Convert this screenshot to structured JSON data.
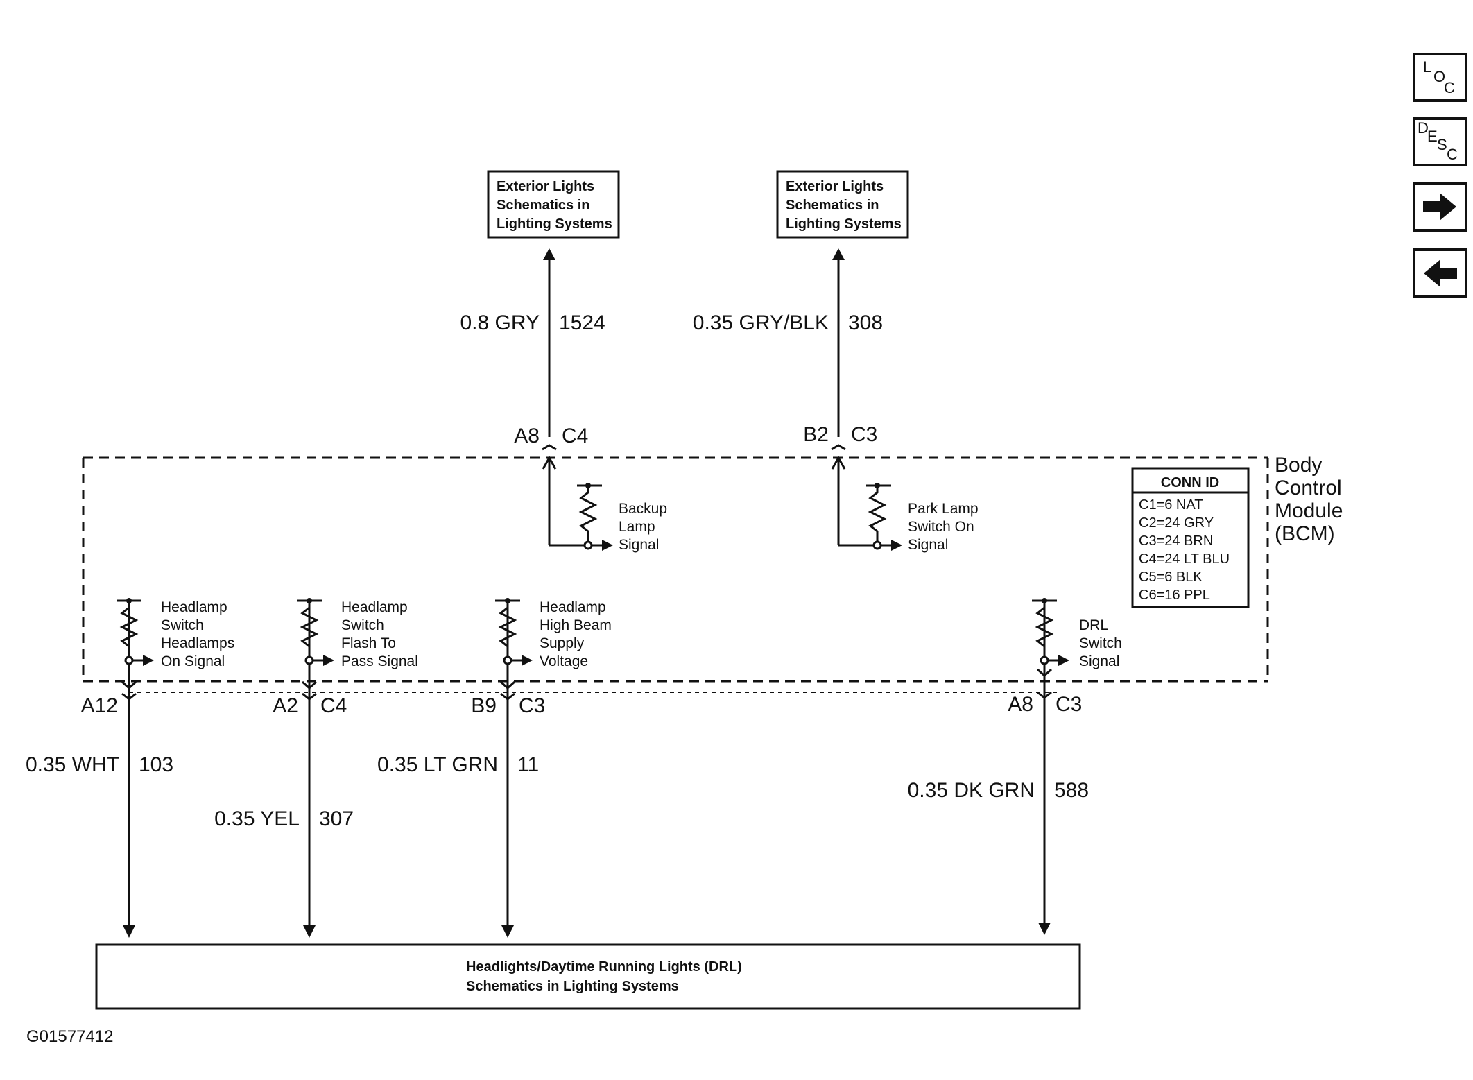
{
  "boxes": {
    "top_left": [
      "Exterior Lights",
      "Schematics in",
      "Lighting Systems"
    ],
    "top_right": [
      "Exterior Lights",
      "Schematics in",
      "Lighting Systems"
    ],
    "bottom": [
      "Headlights/Daytime Running Lights (DRL)",
      "Schematics in Lighting Systems"
    ]
  },
  "module": {
    "name": [
      "Body",
      "Control",
      "Module",
      "(BCM)"
    ],
    "conn_id": {
      "title": "CONN ID",
      "rows": [
        "C1=6 NAT",
        "C2=24 GRY",
        "C3=24 BRN",
        "C4=24 LT BLU",
        "C5=6 BLK",
        "C6=16 PPL"
      ]
    }
  },
  "outputs": [
    {
      "pin": "A8",
      "conn": "C4",
      "wire": "0.8 GRY",
      "circuit": "1524",
      "signal": [
        "Backup",
        "Lamp",
        "Signal"
      ]
    },
    {
      "pin": "B2",
      "conn": "C3",
      "wire": "0.35 GRY/BLK",
      "circuit": "308",
      "signal": [
        "Park Lamp",
        "Switch On",
        "Signal"
      ]
    }
  ],
  "inputs": [
    {
      "pin": "A12",
      "conn": "",
      "wire": "0.35 WHT",
      "circuit": "103",
      "signal": [
        "Headlamp",
        "Switch",
        "Headlamps",
        "On Signal"
      ]
    },
    {
      "pin": "A2",
      "conn": "C4",
      "wire": "0.35 YEL",
      "circuit": "307",
      "signal": [
        "Headlamp",
        "Switch",
        "Flash To",
        "Pass Signal"
      ]
    },
    {
      "pin": "B9",
      "conn": "C3",
      "wire": "0.35 LT GRN",
      "circuit": "11",
      "signal": [
        "Headlamp",
        "High Beam",
        "Supply",
        "Voltage"
      ]
    },
    {
      "pin": "A8",
      "conn": "C3",
      "wire": "0.35 DK GRN",
      "circuit": "588",
      "signal": [
        "DRL",
        "Switch",
        "Signal"
      ]
    }
  ],
  "figure_id": "G01577412",
  "nav": {
    "loc": [
      "L",
      "O",
      "C"
    ],
    "desc": [
      "D",
      "E",
      "S",
      "C"
    ]
  }
}
